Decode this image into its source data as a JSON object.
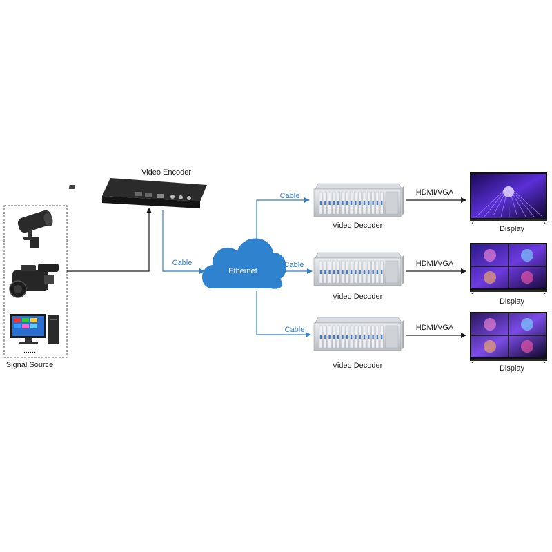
{
  "diagram": {
    "colors": {
      "accent_blue": "#2f7fc8",
      "line_black": "#1a1a1a",
      "cloud_fill": "#2f82cd"
    },
    "signal_source": {
      "label": "Signal Source",
      "ellipsis": "......",
      "items": [
        "security-camera-icon",
        "video-camera-icon",
        "desktop-computer-icon"
      ]
    },
    "encoder": {
      "label": "Video Encoder"
    },
    "cloud": {
      "label": "Ethernet"
    },
    "cables": {
      "encoder_to_cloud": "Cable",
      "to_decoder_1": "Cable",
      "to_decoder_2": "Cable",
      "to_decoder_3": "Cable"
    },
    "decoders": [
      {
        "label": "Video Decoder"
      },
      {
        "label": "Video Decoder"
      },
      {
        "label": "Video Decoder"
      }
    ],
    "outputs": [
      {
        "link_label": "HDMI/VGA",
        "display_label": "Display"
      },
      {
        "link_label": "HDMI/VGA",
        "display_label": "Display"
      },
      {
        "link_label": "HDMI/VGA",
        "display_label": "Display"
      }
    ]
  }
}
